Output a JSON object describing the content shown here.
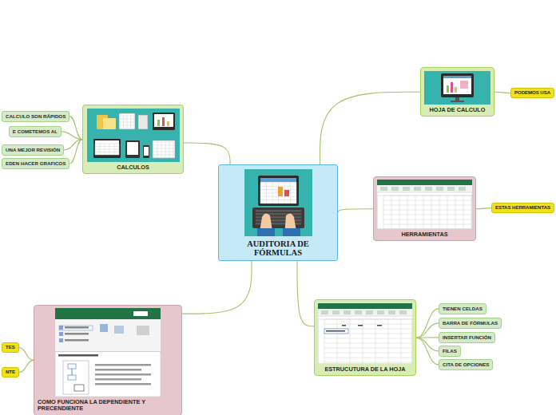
{
  "diagram": {
    "nodes": [
      {
        "text": [
          "AUDITORIA DE FÓRMULAS"
        ]
      },
      {
        "text": [
          "HOJA DE CALCULO"
        ]
      },
      {
        "text": [
          "PODEMOS USA"
        ]
      },
      {
        "text": [
          "HERRAMIENTAS"
        ]
      },
      {
        "text": [
          "ESTAS HERRAMIENTAS"
        ]
      },
      {
        "text": [
          "ESTRUCUTURA DE LA HOJA"
        ]
      },
      {
        "text": [
          "TIENEN CELDAS"
        ]
      },
      {
        "text": [
          "BARRA DE FÓRMULAS"
        ]
      },
      {
        "text": [
          "INSERTAR FUNCIÓN"
        ]
      },
      {
        "text": [
          "FILAS"
        ]
      },
      {
        "text": [
          "CITA DE OPCIONES"
        ]
      },
      {
        "text": [
          "COMO FUNCIONA LA DEPENDIENTE Y PRECENDIENTE"
        ]
      },
      {
        "text": [
          "TES"
        ]
      },
      {
        "text": [
          "NTE"
        ]
      },
      {
        "text": [
          "CALCULOS"
        ]
      },
      {
        "text": [
          "CALCULO SON RÁPIDOS"
        ]
      },
      {
        "text": [
          "E COMETEMOS AL"
        ]
      },
      {
        "text": [
          "UNA MEJOR REVISIÓN"
        ]
      },
      {
        "text": [
          "EDEN HACER GRAFICOS"
        ]
      }
    ],
    "edges": [
      {
        "from": 0,
        "to": 1,
        "arrow": "none"
      },
      {
        "from": 1,
        "to": 2,
        "arrow": "none"
      },
      {
        "from": 0,
        "to": 3,
        "arrow": "none"
      },
      {
        "from": 3,
        "to": 4,
        "arrow": "none"
      },
      {
        "from": 0,
        "to": 5,
        "arrow": "none"
      },
      {
        "from": 5,
        "to": 6,
        "arrow": "none"
      },
      {
        "from": 5,
        "to": 7,
        "arrow": "none"
      },
      {
        "from": 5,
        "to": 8,
        "arrow": "none"
      },
      {
        "from": 5,
        "to": 9,
        "arrow": "none"
      },
      {
        "from": 5,
        "to": 10,
        "arrow": "none"
      },
      {
        "from": 0,
        "to": 11,
        "arrow": "none"
      },
      {
        "from": 11,
        "to": 12,
        "arrow": "none"
      },
      {
        "from": 11,
        "to": 13,
        "arrow": "none"
      },
      {
        "from": 0,
        "to": 14,
        "arrow": "none"
      },
      {
        "from": 14,
        "to": 15,
        "arrow": "none"
      },
      {
        "from": 14,
        "to": 16,
        "arrow": "none"
      },
      {
        "from": 14,
        "to": 17,
        "arrow": "none"
      },
      {
        "from": 14,
        "to": 18,
        "arrow": "none"
      }
    ]
  }
}
